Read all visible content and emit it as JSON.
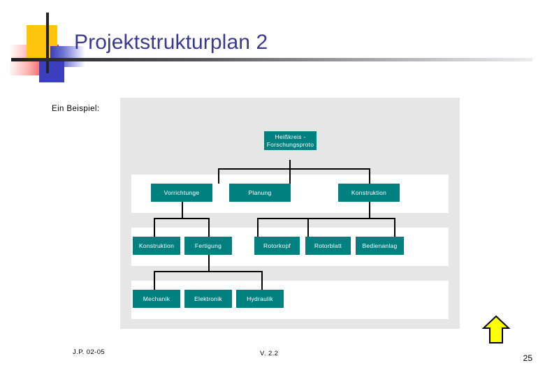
{
  "slide": {
    "title": "Projektstrukturplan 2",
    "subtitle": "Ein Beispiel:",
    "page_number": "25",
    "accent_teal": "#018080",
    "title_color": "#3a3a8c",
    "panel_bg": "#e6e6e6",
    "band_bg": "#ffffff",
    "arrow_color": "#ffff00"
  },
  "footer": {
    "left": "J.P. 02-05",
    "center": "V. 2.2"
  },
  "logo": {
    "red_color": "#f4383c",
    "yellow_color": "#ffc50d",
    "blue_color": "#3b3fbe",
    "bar_color": "#222228"
  },
  "chart_data": {
    "type": "diagram",
    "title": "Projektstrukturplan 2",
    "nodes": [
      {
        "id": "n0",
        "label": "Heißkreis - Forschungsproto",
        "level": 0
      },
      {
        "id": "n1",
        "label": "Vorrichtunge",
        "level": 1
      },
      {
        "id": "n2",
        "label": "Planung",
        "level": 1
      },
      {
        "id": "n3",
        "label": "Konstruktion",
        "level": 1
      },
      {
        "id": "n4",
        "label": "Konstruktion",
        "level": 2
      },
      {
        "id": "n5",
        "label": "Fertigung",
        "level": 2
      },
      {
        "id": "n6",
        "label": "Rotorkopf",
        "level": 2
      },
      {
        "id": "n7",
        "label": "Rotorblatt",
        "level": 2
      },
      {
        "id": "n8",
        "label": "Bedienanlag",
        "level": 2
      },
      {
        "id": "n9",
        "label": "Mechanik",
        "level": 3
      },
      {
        "id": "n10",
        "label": "Elektronik",
        "level": 3
      },
      {
        "id": "n11",
        "label": "Hydraulik",
        "level": 3
      }
    ],
    "edges": [
      [
        "n0",
        "n1"
      ],
      [
        "n0",
        "n2"
      ],
      [
        "n0",
        "n3"
      ],
      [
        "n1",
        "n4"
      ],
      [
        "n1",
        "n5"
      ],
      [
        "n3",
        "n6"
      ],
      [
        "n3",
        "n7"
      ],
      [
        "n3",
        "n8"
      ],
      [
        "n5",
        "n9"
      ],
      [
        "n5",
        "n10"
      ],
      [
        "n5",
        "n11"
      ]
    ]
  }
}
